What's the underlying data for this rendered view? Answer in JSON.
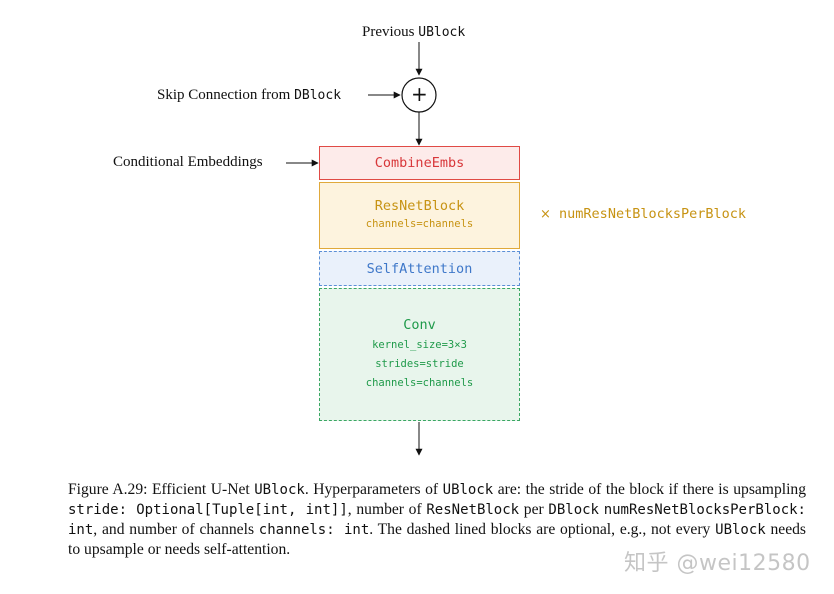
{
  "diagram": {
    "top_input": {
      "text": "Previous ",
      "code": "UBlock"
    },
    "skip_input": {
      "text": "Skip Connection from ",
      "code": "DBlock"
    },
    "cond_input": {
      "text": "Conditional Embeddings"
    },
    "sum_symbol": "+",
    "blocks": {
      "combine": {
        "title": "CombineEmbs"
      },
      "resnet": {
        "title": "ResNetBlock",
        "params": [
          "channels=channels"
        ]
      },
      "selfattention": {
        "title": "SelfAttention"
      },
      "conv": {
        "title": "Conv",
        "params": [
          "kernel_size=3×3",
          "strides=stride",
          "channels=channels"
        ]
      }
    },
    "repeat": {
      "symbol": "×",
      "code": "numResNetBlocksPerBlock"
    },
    "colors": {
      "combine": "#d8373a",
      "resnet": "#c79313",
      "selfattention": "#3f78c9",
      "conv": "#1f9a4a"
    }
  },
  "caption": {
    "parts": [
      "Figure A.29: Efficient U-Net ",
      "UBlock",
      ". Hyperparameters of ",
      "UBlock",
      " are: the stride of the block if there is upsampling ",
      "stride: Optional[Tuple[int, int]]",
      ", number of ",
      "ResNetBlock",
      " per ",
      "DBlock",
      " ",
      "numResNetBlocksPerBlock: int",
      ", and number of channels ",
      "channels: int",
      ". The dashed lined blocks are optional, e.g., not every ",
      "UBlock",
      " needs to upsample or needs self-attention."
    ]
  },
  "watermark": "知乎 @wei12580"
}
